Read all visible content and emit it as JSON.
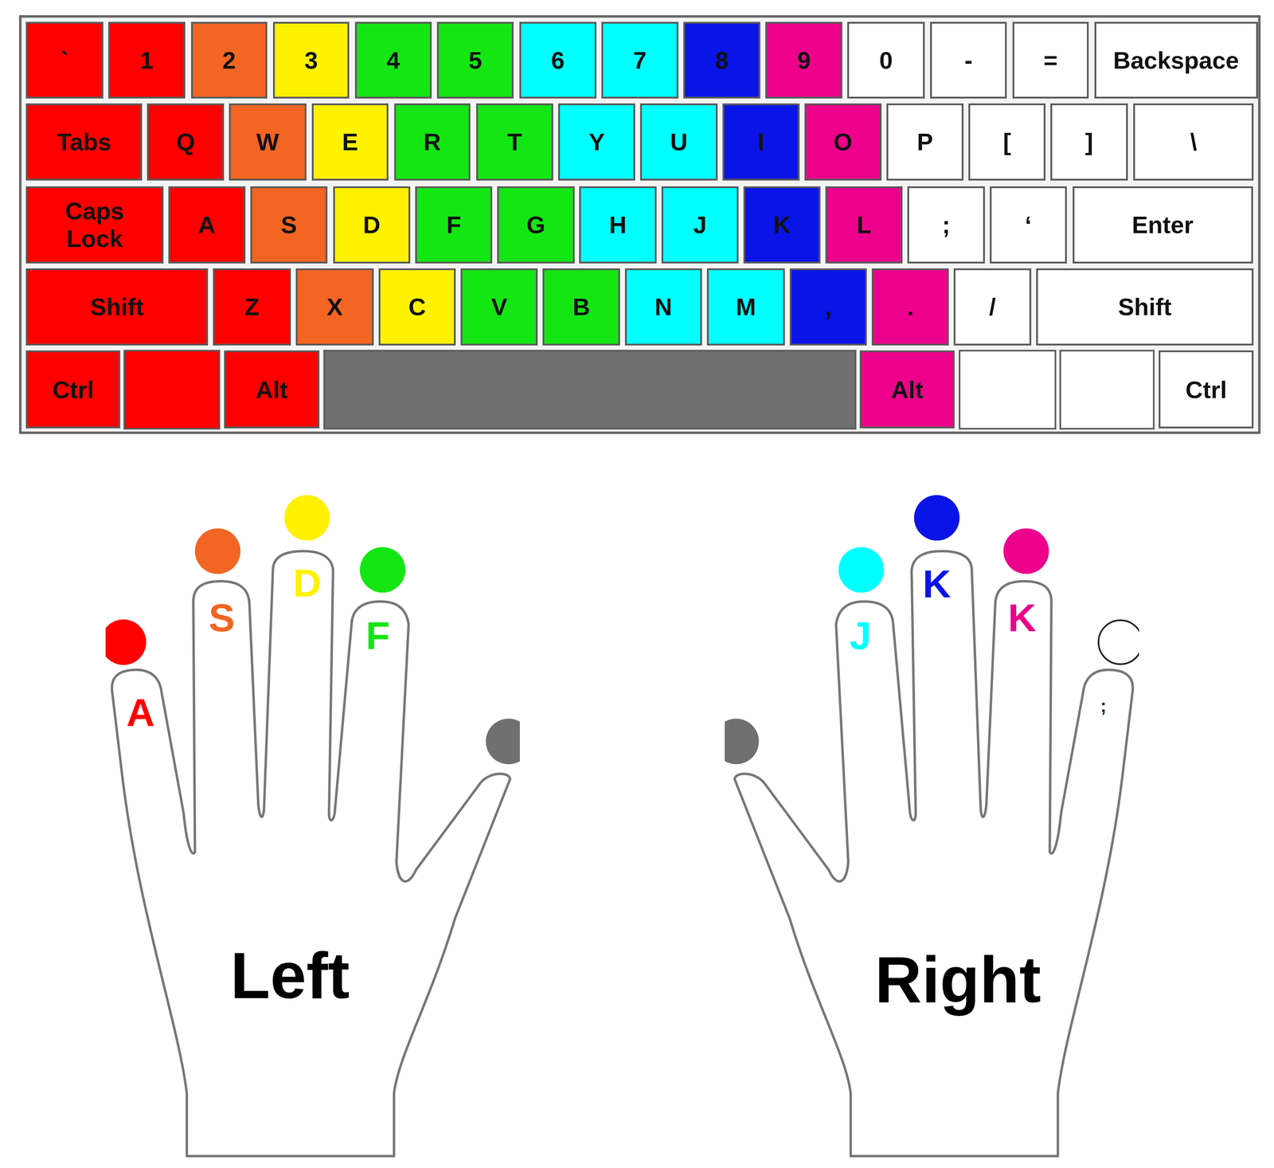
{
  "diagram": {
    "nodes": [
      {
        "text": [
          "`"
        ]
      },
      {
        "text": [
          "1"
        ]
      },
      {
        "text": [
          "2"
        ]
      },
      {
        "text": [
          "3"
        ]
      },
      {
        "text": [
          "4"
        ]
      },
      {
        "text": [
          "5"
        ]
      },
      {
        "text": [
          "6"
        ]
      },
      {
        "text": [
          "7"
        ]
      },
      {
        "text": [
          "8"
        ]
      },
      {
        "text": [
          "9"
        ]
      },
      {
        "text": [
          "0"
        ]
      },
      {
        "text": [
          "-"
        ]
      },
      {
        "text": [
          "="
        ]
      },
      {
        "text": [
          "Backspace"
        ]
      },
      {
        "text": [
          "Tabs"
        ]
      },
      {
        "text": [
          "Q"
        ]
      },
      {
        "text": [
          "W"
        ]
      },
      {
        "text": [
          "E"
        ]
      },
      {
        "text": [
          "R"
        ]
      },
      {
        "text": [
          "T"
        ]
      },
      {
        "text": [
          "Y"
        ]
      },
      {
        "text": [
          "U"
        ]
      },
      {
        "text": [
          "I"
        ]
      },
      {
        "text": [
          "O"
        ]
      },
      {
        "text": [
          "P"
        ]
      },
      {
        "text": [
          "["
        ]
      },
      {
        "text": [
          "]"
        ]
      },
      {
        "text": [
          "\\"
        ]
      },
      {
        "text": [
          "Caps Lock"
        ]
      },
      {
        "text": [
          "A"
        ]
      },
      {
        "text": [
          "S"
        ]
      },
      {
        "text": [
          "D"
        ]
      },
      {
        "text": [
          "F"
        ]
      },
      {
        "text": [
          "G"
        ]
      },
      {
        "text": [
          "H"
        ]
      },
      {
        "text": [
          "J"
        ]
      },
      {
        "text": [
          "K"
        ]
      },
      {
        "text": [
          "L"
        ]
      },
      {
        "text": [
          ";"
        ]
      },
      {
        "text": [
          "‘"
        ]
      },
      {
        "text": [
          "Enter"
        ]
      },
      {
        "text": [
          "Shift"
        ]
      },
      {
        "text": [
          "Z"
        ]
      },
      {
        "text": [
          "X"
        ]
      },
      {
        "text": [
          "C"
        ]
      },
      {
        "text": [
          "V"
        ]
      },
      {
        "text": [
          "B"
        ]
      },
      {
        "text": [
          "N"
        ]
      },
      {
        "text": [
          "M"
        ]
      },
      {
        "text": [
          ","
        ]
      },
      {
        "text": [
          "."
        ]
      },
      {
        "text": [
          "/"
        ]
      },
      {
        "text": [
          "Shift"
        ]
      },
      {
        "text": [
          "Ctrl"
        ]
      },
      {
        "text": [
          "Alt"
        ]
      },
      {
        "text": [
          "Alt"
        ]
      },
      {
        "text": [
          "Ctrl"
        ]
      },
      {
        "text": [
          "Left"
        ]
      },
      {
        "text": [
          "Right"
        ]
      }
    ],
    "labels": [
      "A",
      "S",
      "D",
      "F",
      "J",
      "K",
      "K",
      ";"
    ]
  }
}
